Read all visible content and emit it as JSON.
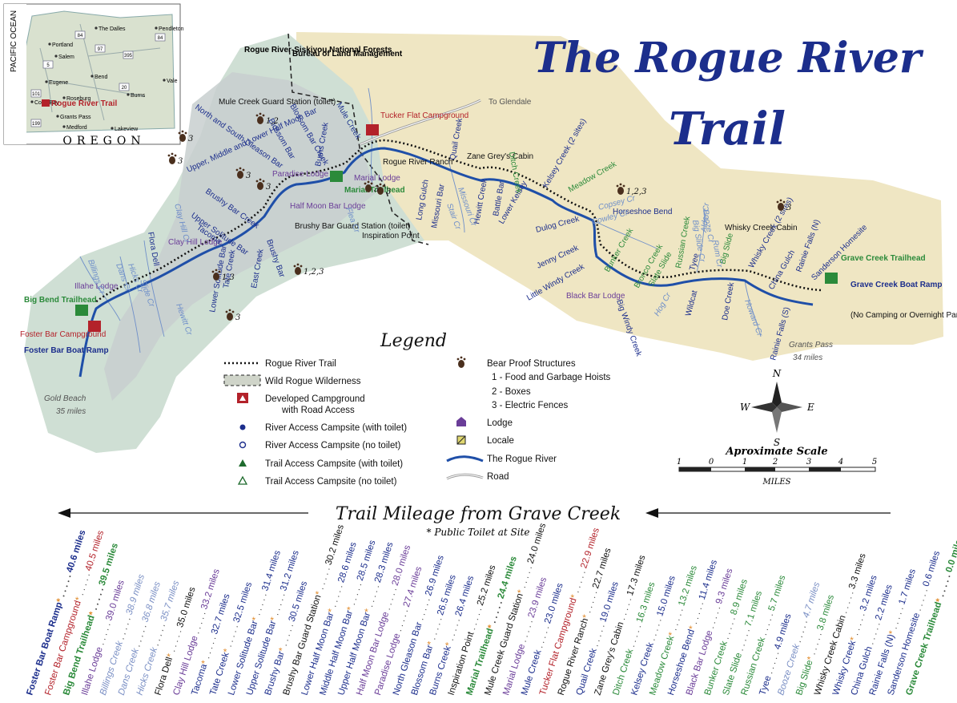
{
  "title": {
    "line1": "The Rogue River",
    "line2": "Trail"
  },
  "colors": {
    "wilderness": "#cfdfd4",
    "blm": "#efe6c3",
    "forest": "#c8cfcf",
    "river": "#1f4fa8",
    "title": "#1c2e8c",
    "green_label": "#2b8a3a",
    "red_label": "#b3222a",
    "purple_label": "#6a3d98",
    "blue_label": "#1c2e8c"
  },
  "inset": {
    "state": "OREGON",
    "ocean_label": "PACIFIC OCEAN",
    "cities": [
      "Portland",
      "Salem",
      "Eugene",
      "Coos Bay",
      "Roseburg",
      "Grants Pass",
      "Medford",
      "Lakeview",
      "Bend",
      "Burns",
      "Vale",
      "Pendleton",
      "The Dalles"
    ],
    "highway_numbers": [
      "84",
      "84",
      "5",
      "97",
      "395",
      "20",
      "101",
      "199"
    ],
    "trail_label": "Rogue River Trail"
  },
  "agency_labels": {
    "forest": "Rogue River-Siskiyou National Forests",
    "blm": "Bureau of Land Management"
  },
  "map_labels": {
    "trailheads": [
      "Big Bend Trailhead",
      "Marial Trailhead",
      "Grave Creek Trailhead"
    ],
    "boat_ramps": [
      "Foster Bar Boat Ramp",
      "Grave Creek Boat Ramp"
    ],
    "grave_creek_note": "(No Camping or Overnight Parking)",
    "campgrounds": [
      "Foster Bar Campground",
      "Tucker Flat Campground"
    ],
    "lodges": [
      "Illahe Lodge",
      "Clay Hill Lodge",
      "Paradise Lodge",
      "Half Moon Bar Lodge",
      "Marial Lodge",
      "Black Bar Lodge"
    ],
    "places": [
      "Mule Creek Guard Station (toilet)",
      "Brushy Bar Guard Station (toilet)",
      "Inspiration Point",
      "Rogue River Ranch",
      "Zane Grey's Cabin",
      "Whisky Creek Cabin",
      "Horseshoe Bend",
      "Sanderson Homesite",
      "Rainie Falls (N)",
      "Rainie Falls (S)",
      "China Gulch",
      "Wildcat",
      "Tyee",
      "Doe Creek",
      "Big Slide",
      "Slate Slide",
      "Russian Creek",
      "Bronco Creek",
      "Bunker Creek",
      "Big Windy Creek",
      "Little Windy Creek",
      "Jenny Creek",
      "Dulog Creek",
      "Lower Kelsey",
      "Kelsey Creek (2 sites)",
      "Ditch Creek",
      "Meadow Creek",
      "Battle Bar",
      "Hewitt Creek",
      "Quail Creek",
      "Missouri Bar",
      "Long Gulch",
      "Mule Creek",
      "Burns Creek",
      "Blossom Bar Creek",
      "Blossom Bar",
      "North and South Gleason Bar",
      "Upper, Middle and Lower Half Moon Bar",
      "Brushy Bar Creek",
      "Upper Solitude Bar",
      "Tacoma",
      "Tate Creek",
      "East Creek",
      "Brushy Bar",
      "Lower Solitude Bar",
      "Flora Dell",
      "Whisky Creek (2 sites)"
    ],
    "streams": [
      "Billings Cr",
      "Dans Cr",
      "Hicks Cr",
      "Clay Hill Cr",
      "Slide Cr",
      "Hewitt Cr",
      "Flea Cr",
      "Stair Cr",
      "Missouri Cr",
      "Cowley Cr",
      "Copsey Cr",
      "Booze Cr",
      "Alder Cr",
      "Hog Cr",
      "Howard Cr",
      "Rum Cr",
      "Big Slide Cr"
    ],
    "roads": [
      "To Glendale"
    ],
    "distances": [
      {
        "place": "Gold Beach",
        "miles": "35 miles"
      },
      {
        "place": "Grants Pass",
        "miles": "34 miles"
      }
    ],
    "bear_markers": [
      "3",
      "1,2",
      "3",
      "3",
      "1,2,3",
      "1,3",
      "3",
      "3",
      "1,2,3",
      "3",
      "3",
      "3"
    ]
  },
  "legend": {
    "title": "Legend",
    "left": [
      {
        "symbol": "trail",
        "label": "Rogue River Trail"
      },
      {
        "symbol": "wilderness",
        "label": "Wild Rogue Wilderness"
      },
      {
        "symbol": "campground",
        "label": "Developed Campground",
        "label2": "with Road Access"
      },
      {
        "symbol": "river-camp-toilet",
        "label": "River Access Campsite (with toilet)"
      },
      {
        "symbol": "river-camp",
        "label": "River Access Campsite (no toilet)"
      },
      {
        "symbol": "trail-camp-toilet",
        "label": "Trail Access Campsite (with toilet)"
      },
      {
        "symbol": "trail-camp",
        "label": "Trail Access Campsite (no toilet)"
      }
    ],
    "right": [
      {
        "symbol": "bear",
        "label": "Bear Proof Structures"
      },
      {
        "symbol": "none",
        "label": "1 - Food and Garbage Hoists"
      },
      {
        "symbol": "none",
        "label": "2 - Boxes"
      },
      {
        "symbol": "none",
        "label": "3 - Electric Fences"
      },
      {
        "symbol": "lodge",
        "label": "Lodge"
      },
      {
        "symbol": "locale",
        "label": "Locale"
      },
      {
        "symbol": "river",
        "label": "The Rogue River"
      },
      {
        "symbol": "road",
        "label": "Road"
      }
    ]
  },
  "compass": {
    "n": "N",
    "s": "S",
    "e": "E",
    "w": "W"
  },
  "scale": {
    "title": "Aproximate Scale",
    "ticks": [
      "1",
      "0",
      "1",
      "2",
      "3",
      "4",
      "5"
    ],
    "unit": "MILES"
  },
  "mileage": {
    "title": "Trail Mileage from Grave Creek",
    "toilet_note": "* Public Toilet at Site",
    "entries": [
      {
        "name": "Foster Bar Boat Ramp",
        "miles": "40.6 miles",
        "color": "#1c2e8c",
        "bold": true,
        "toilet": true
      },
      {
        "name": "Foster Bar Campground",
        "miles": "40.5 miles",
        "color": "#b3222a",
        "bold": false,
        "toilet": true
      },
      {
        "name": "Big Bend Trailhead",
        "miles": "39.5 miles",
        "color": "#2b8a3a",
        "bold": true,
        "toilet": true
      },
      {
        "name": "Illahe Lodge",
        "miles": "39.0 miles",
        "color": "#6a3d98",
        "bold": false,
        "toilet": false
      },
      {
        "name": "Billings Creek",
        "miles": "38.9 miles",
        "color": "#7a8fc4",
        "bold": false,
        "toilet": false
      },
      {
        "name": "Dans Creek",
        "miles": "36.8 miles",
        "color": "#7a8fc4",
        "bold": false,
        "toilet": false
      },
      {
        "name": "Hicks Creek",
        "miles": "35.7 miles",
        "color": "#7a8fc4",
        "bold": false,
        "toilet": false
      },
      {
        "name": "Flora Dell",
        "miles": "35.0 miles",
        "color": "#111111",
        "bold": false,
        "toilet": true
      },
      {
        "name": "Clay Hill Lodge",
        "miles": "33.2 miles",
        "color": "#6a3d98",
        "bold": false,
        "toilet": false
      },
      {
        "name": "Tacoma",
        "miles": "32.7 miles",
        "color": "#1c2e8c",
        "bold": false,
        "toilet": true
      },
      {
        "name": "Tate Creek",
        "miles": "32.5 miles",
        "color": "#1c2e8c",
        "bold": false,
        "toilet": true
      },
      {
        "name": "Lower Solitude Bar",
        "miles": "31.4 miles",
        "color": "#1c2e8c",
        "bold": false,
        "toilet": true
      },
      {
        "name": "Upper Solitude Bar",
        "miles": "31.2 miles",
        "color": "#1c2e8c",
        "bold": false,
        "toilet": true
      },
      {
        "name": "Brushy Bar",
        "miles": "30.5 miles",
        "color": "#1c2e8c",
        "bold": false,
        "toilet": true
      },
      {
        "name": "Brushy Bar Guard Station",
        "miles": "30.2 miles",
        "color": "#111111",
        "bold": false,
        "toilet": true
      },
      {
        "name": "Lower Half Moon Bar",
        "miles": "28.6 miles",
        "color": "#1c2e8c",
        "bold": false,
        "toilet": true
      },
      {
        "name": "Middle Half Moon Bar",
        "miles": "28.5 miles",
        "color": "#1c2e8c",
        "bold": false,
        "toilet": true
      },
      {
        "name": "Upper Half Moon Bar",
        "miles": "28.3 miles",
        "color": "#1c2e8c",
        "bold": false,
        "toilet": true
      },
      {
        "name": "Half Moon Bar Lodge",
        "miles": "28.0 miles",
        "color": "#6a3d98",
        "bold": false,
        "toilet": false
      },
      {
        "name": "Paradise Lodge",
        "miles": "27.4 miles",
        "color": "#6a3d98",
        "bold": false,
        "toilet": false
      },
      {
        "name": "North Gleason Bar",
        "miles": "26.9 miles",
        "color": "#1c2e8c",
        "bold": false,
        "toilet": false
      },
      {
        "name": "Blossom Bar",
        "miles": "26.5 miles",
        "color": "#1c2e8c",
        "bold": false,
        "toilet": true
      },
      {
        "name": "Burns Creek",
        "miles": "26.4 miles",
        "color": "#1c2e8c",
        "bold": false,
        "toilet": true
      },
      {
        "name": "Inspiration Point",
        "miles": "25.2 miles",
        "color": "#111111",
        "bold": false,
        "toilet": false
      },
      {
        "name": "Marial Trailhead",
        "miles": "24.4 miles",
        "color": "#2b8a3a",
        "bold": true,
        "toilet": true
      },
      {
        "name": "Mule Creek Guard Station",
        "miles": "24.0 miles",
        "color": "#111111",
        "bold": false,
        "toilet": true
      },
      {
        "name": "Marial Lodge",
        "miles": "23.9 miles",
        "color": "#6a3d98",
        "bold": false,
        "toilet": false
      },
      {
        "name": "Mule Creek",
        "miles": "23.0 miles",
        "color": "#1c2e8c",
        "bold": false,
        "toilet": false
      },
      {
        "name": "Tucker Flat Campground",
        "miles": "22.9 miles",
        "color": "#b3222a",
        "bold": false,
        "toilet": true
      },
      {
        "name": "Rogue River Ranch",
        "miles": "22.7 miles",
        "color": "#111111",
        "bold": false,
        "toilet": true
      },
      {
        "name": "Quail Creek",
        "miles": "19.0 miles",
        "color": "#1c2e8c",
        "bold": false,
        "toilet": false
      },
      {
        "name": "Zane Grey's Cabin",
        "miles": "17.3 miles",
        "color": "#111111",
        "bold": false,
        "toilet": false
      },
      {
        "name": "Ditch Creek",
        "miles": "16.3 miles",
        "color": "#2b8a3a",
        "bold": false,
        "toilet": false
      },
      {
        "name": "Kelsey Creek",
        "miles": "15.0 miles",
        "color": "#1c2e8c",
        "bold": false,
        "toilet": false
      },
      {
        "name": "Meadow Creek",
        "miles": "13.2 miles",
        "color": "#2b8a3a",
        "bold": false,
        "toilet": true
      },
      {
        "name": "Horseshoe Bend",
        "miles": "11.4 miles",
        "color": "#1c2e8c",
        "bold": false,
        "toilet": true
      },
      {
        "name": "Black Bar Lodge",
        "miles": "9.3 miles",
        "color": "#6a3d98",
        "bold": false,
        "toilet": false
      },
      {
        "name": "Bunker Creek",
        "miles": "8.9 miles",
        "color": "#2b8a3a",
        "bold": false,
        "toilet": false
      },
      {
        "name": "Slate Slide",
        "miles": "7.1 miles",
        "color": "#2b8a3a",
        "bold": false,
        "toilet": false
      },
      {
        "name": "Russian Creek",
        "miles": "5.7 miles",
        "color": "#2b8a3a",
        "bold": false,
        "toilet": false
      },
      {
        "name": "Tyee",
        "miles": "4.9 miles",
        "color": "#1c2e8c",
        "bold": false,
        "toilet": false
      },
      {
        "name": "Booze Creek",
        "miles": "4.7 miles",
        "color": "#7a8fc4",
        "bold": false,
        "toilet": false
      },
      {
        "name": "Big Slide",
        "miles": "3.8 miles",
        "color": "#2b8a3a",
        "bold": false,
        "toilet": true
      },
      {
        "name": "Whisky Creek Cabin",
        "miles": "3.3 miles",
        "color": "#111111",
        "bold": false,
        "toilet": false
      },
      {
        "name": "Whisky Creek",
        "miles": "3.2 miles",
        "color": "#1c2e8c",
        "bold": false,
        "toilet": true
      },
      {
        "name": "China Gulch",
        "miles": "2.2 miles",
        "color": "#1c2e8c",
        "bold": false,
        "toilet": false
      },
      {
        "name": "Rainie Falls (N)",
        "miles": "1.7 miles",
        "color": "#1c2e8c",
        "bold": false,
        "toilet": true
      },
      {
        "name": "Sanderson Homesite",
        "miles": "0.6 miles",
        "color": "#1c2e8c",
        "bold": false,
        "toilet": false
      },
      {
        "name": "Grave Creek Trailhead",
        "miles": "0.0 miles",
        "color": "#2b8a3a",
        "bold": true,
        "toilet": true
      }
    ]
  }
}
